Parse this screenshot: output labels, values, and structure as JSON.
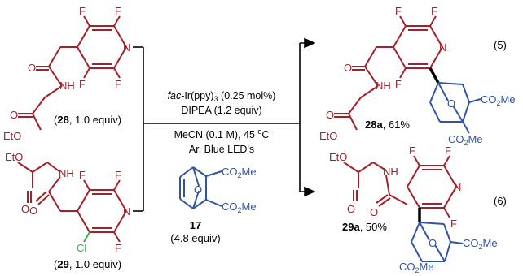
{
  "reaction": {
    "conditions": {
      "catalyst_prefix": "fac",
      "catalyst_rest": "-Ir(ppy)",
      "catalyst_sub": "3",
      "catalyst_loading": " (0.25 mol%)",
      "base": "DIPEA (1.2 equiv)",
      "solvent": "MeCN (0.1 M), 45 ",
      "temp_sup": "o",
      "temp_unit": "C",
      "atmosphere": "Ar, Blue LED's",
      "reagent_id": "17",
      "reagent_equiv": "(4.8 equiv)"
    },
    "substrate_1": {
      "open": "(",
      "id": "28",
      "rest": ", 1.0 equiv)"
    },
    "substrate_2": {
      "open": "(",
      "id": "29",
      "rest": ", 1.0 equiv)"
    },
    "product_1": {
      "id": "28a",
      "yield": ", 61%",
      "eq_number": "(5)"
    },
    "product_2": {
      "id": "29a",
      "yield": ", 50%",
      "eq_number": "(6)"
    }
  },
  "atoms": {
    "F": "F",
    "N": "N",
    "O": "O",
    "NH": "NH",
    "Cl": "Cl",
    "EtO": "EtO",
    "CO2Me_main": "CO",
    "CO2Me_sub": "2",
    "CO2Me_end": "Me"
  },
  "colors": {
    "substrate": "#a3212a",
    "reagent": "#2f55a4",
    "chlorine": "#3dae49",
    "text": "#000000"
  }
}
